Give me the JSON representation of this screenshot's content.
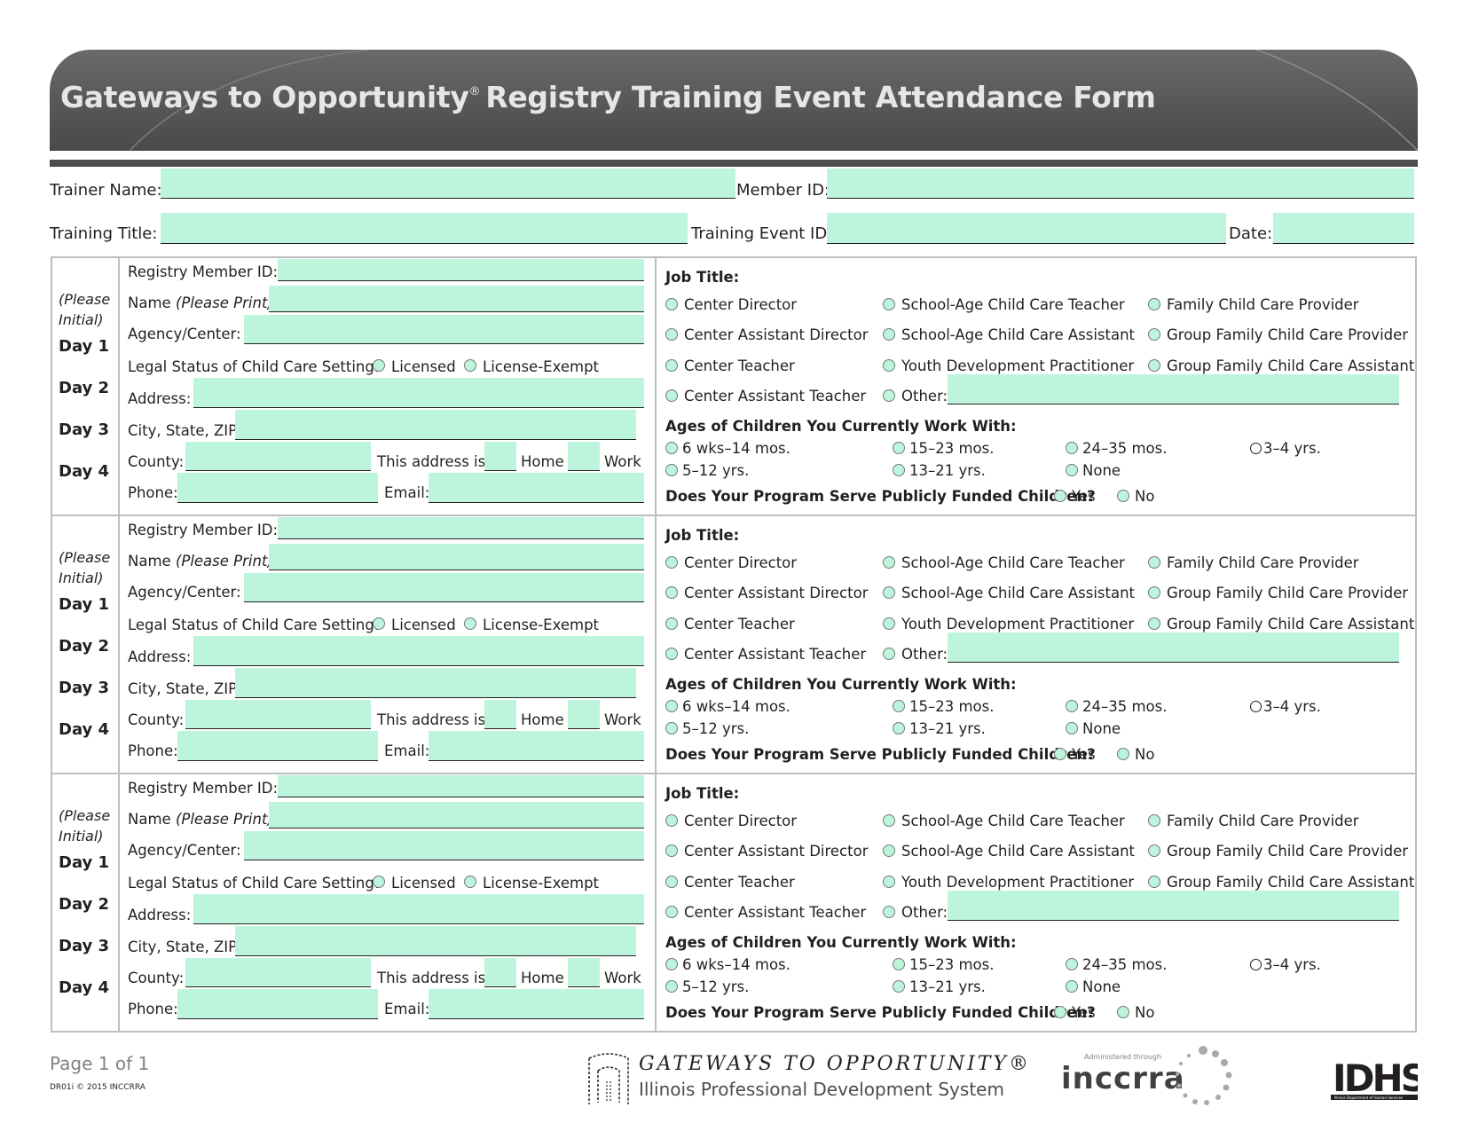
{
  "header": {
    "title_part1": "Gateways to Opportunity",
    "registered_mark": "®",
    "title_part2": "Registry Training Event Attendance Form"
  },
  "top_fields": {
    "trainer_name_label": "Trainer Name:",
    "member_id_label": "Member ID:",
    "training_title_label": "Training Title:",
    "training_event_id_label": "Training Event ID:",
    "date_label": "Date:"
  },
  "attendee_block": {
    "please_initial": "(Please Initial)",
    "days": [
      "Day 1",
      "Day 2",
      "Day 3",
      "Day 4"
    ],
    "registry_member_id_label": "Registry Member ID:",
    "name_label": "Name",
    "name_hint": "(Please Print)",
    "name_colon": ":",
    "agency_label": "Agency/Center:",
    "legal_status_label": "Legal Status of Child Care Setting:",
    "legal_status_options": [
      "Licensed",
      "License-Exempt"
    ],
    "address_label": "Address:",
    "city_state_zip_label": "City, State, ZIP:",
    "county_label": "County:",
    "address_is_label": "This address is:",
    "home_label": "Home",
    "work_label": "Work",
    "phone_label": "Phone:",
    "email_label": "Email:",
    "job_title_label": "Job Title:",
    "job_titles": [
      "Center Director",
      "School-Age Child Care Teacher",
      "Family Child Care Provider",
      "Center Assistant Director",
      "School-Age Child Care Assistant",
      "Group Family Child Care Provider",
      "Center Teacher",
      "Youth Development Practitioner",
      "Group Family Child Care Assistant",
      "Center Assistant Teacher",
      "Other:"
    ],
    "ages_label": "Ages of Children You Currently Work With:",
    "ages": [
      "6 wks–14 mos.",
      "15–23 mos.",
      "24–35 mos.",
      "3–4 yrs.",
      "5–12 yrs.",
      "13–21 yrs.",
      "None"
    ],
    "publicly_funded_label": "Does Your Program Serve Publicly Funded Children?",
    "publicly_funded_options": [
      "Yes",
      "No"
    ]
  },
  "footer": {
    "page": "Page 1 of 1",
    "code": "DR01i © 2015 INCCRRA",
    "gateways_logo_text": "GATEWAYS TO OPPORTUNITY®",
    "gateways_subtitle": "Illinois Professional Development System",
    "administered_through": "Administered through",
    "inccrra": "inccrra",
    "idhs": "IDHS",
    "idhs_sub": "Illinois Department of Human Services"
  },
  "colors": {
    "field_fill": "#bcf5dc",
    "header_gray": "#575757",
    "grid_gray": "#bcbec0"
  }
}
